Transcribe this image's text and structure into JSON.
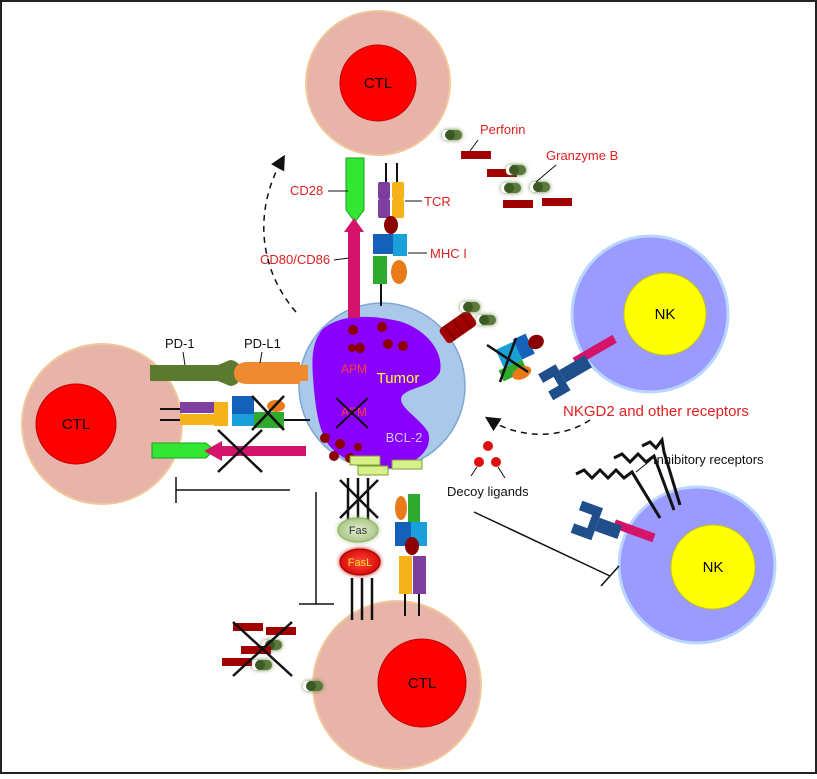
{
  "cells": {
    "ctl_top": "CTL",
    "ctl_left": "CTL",
    "ctl_bottom": "CTL",
    "nk_top": "NK",
    "nk_bottom": "NK",
    "tumor": "Tumor"
  },
  "labels": {
    "perforin": "Perforin",
    "granzyme_b": "Granzyme B",
    "cd28": "CD28",
    "tcr": "TCR",
    "mhc_i": "MHC I",
    "cd80_cd86": "CD80/CD86",
    "pd1": "PD-1",
    "pdl1": "PD-L1",
    "apm_top": "APM",
    "apm_bottom": "APM",
    "bcl2": "BCL-2",
    "nkgd2": "NKGD2 and other receptors",
    "inhibitory": "Inhibitory receptors",
    "decoy": "Decoy ligands",
    "fas": "Fas",
    "fasl": "FasL"
  },
  "colors": {
    "ctl_outer": "#e8b3a8",
    "ctl_nucleus": "#ff0000",
    "nk_outer": "#9b9bff",
    "nk_nucleus": "#ffff00",
    "tumor_cell": "#a9c8ea",
    "tumor_nucleus": "#8a00ff",
    "label_red": "#e02020"
  }
}
